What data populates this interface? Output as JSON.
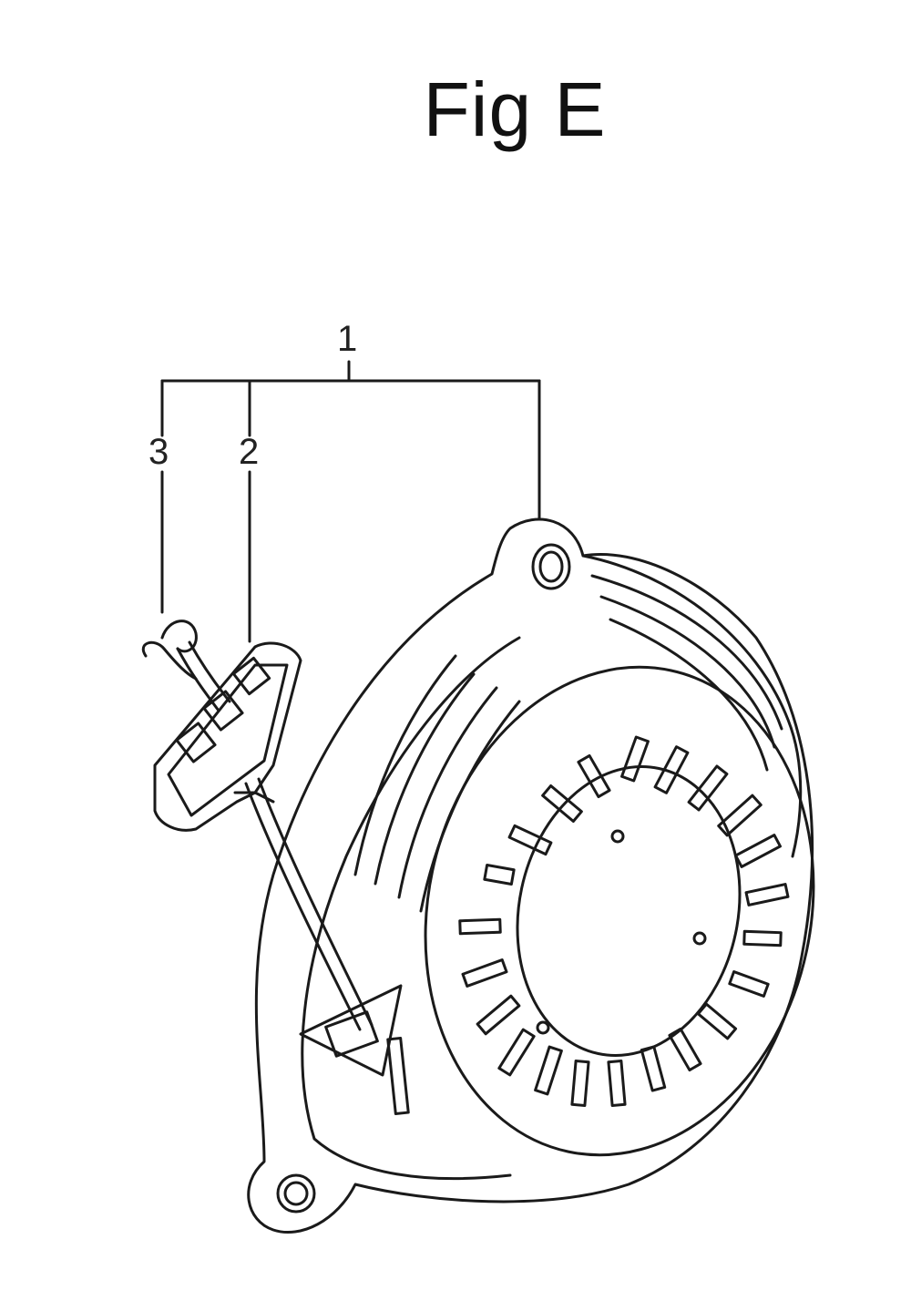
{
  "figure": {
    "title": "Fig E"
  },
  "callouts": [
    {
      "id": "1",
      "label": "1"
    },
    {
      "id": "2",
      "label": "2"
    },
    {
      "id": "3",
      "label": "3"
    }
  ],
  "colors": {
    "ink": "#1a1a1a",
    "paper": "#ffffff"
  }
}
